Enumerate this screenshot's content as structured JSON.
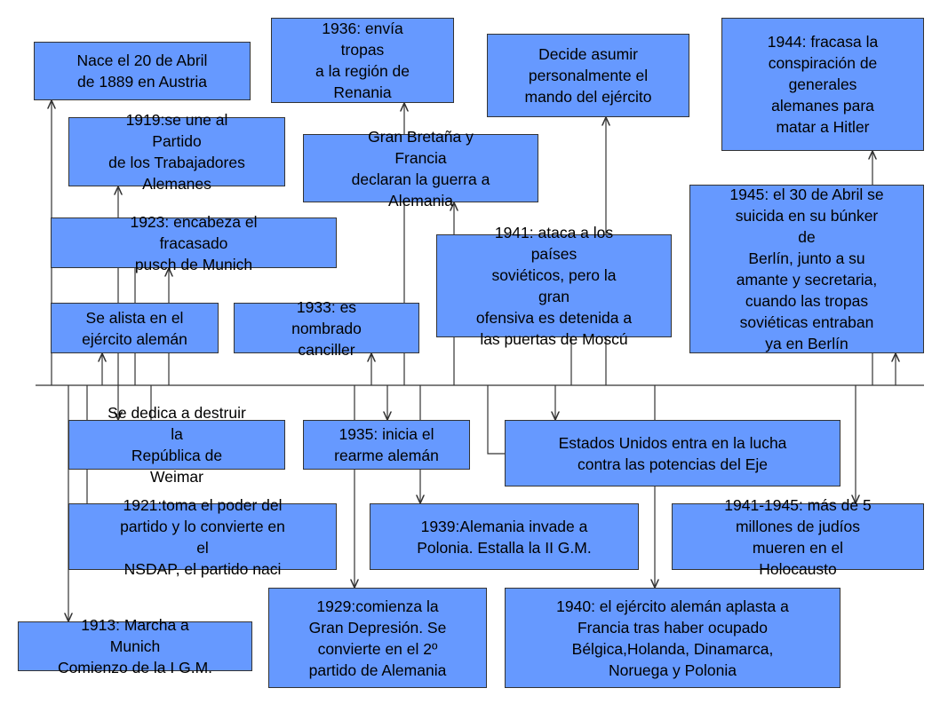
{
  "colors": {
    "box_fill": "#6699ff",
    "box_border": "#333333",
    "line": "#333333"
  },
  "events_above": {
    "e1889": "Nace el 20 de Abril\nde 1889 en Austria",
    "e1919": "1919:se une al\nPartido\nde los Trabajadores\nAlemanes",
    "e1923": "1923: encabeza el\nfracasado\npusch de Munich",
    "e_alista": "Se alista en el\nejército alemán",
    "e1933": "1933: es\nnombrado\ncanciller",
    "e1936": "1936: envía\ntropas\na la región de\nRenania",
    "e_guerra": "Gran Bretaña y\nFrancia\ndeclaran la guerra a\nAlemania",
    "e_mando": "Decide asumir\npersonalmente el\nmando del ejército",
    "e1941": "1941: ataca a los\npaíses\nsoviéticos, pero la\ngran\nofensiva es detenida a\nlas puertas de Moscú",
    "e1944": "1944: fracasa la\nconspiración de\ngenerales\nalemanes para\nmatar a Hitler",
    "e1945": "1945: el 30 de Abril se\nsuicida en su búnker\nde\nBerlín, junto a su\namante y secretaria,\ncuando las tropas\nsoviéticas entraban\nya en Berlín"
  },
  "events_below": {
    "e_weimar": "Se dedica a destruir\nla\nRepública de\nWeimar",
    "e1921": "1921:toma el poder del\npartido y lo convierte en\nel\nNSDAP, el partido naci",
    "e1913": "1913: Marcha a\nMunich\nComienzo de la I G.M.",
    "e1935": "1935: inicia el\nrearme alemán",
    "e1939": "1939:Alemania invade a\nPolonia. Estalla la II G.M.",
    "e1929": "1929:comienza la\nGran Depresión. Se\nconvierte en el 2º\npartido de Alemania",
    "e_eeuu": "Estados Unidos entra en la lucha\ncontra las potencias del Eje",
    "e1940": "1940: el ejército alemán aplasta a\nFrancia tras haber ocupado\nBélgica,Holanda, Dinamarca,\nNoruega y Polonia",
    "e_holocausto": "1941-1945: más de 5\nmillones de judíos\nmueren en el\nHolocausto"
  }
}
